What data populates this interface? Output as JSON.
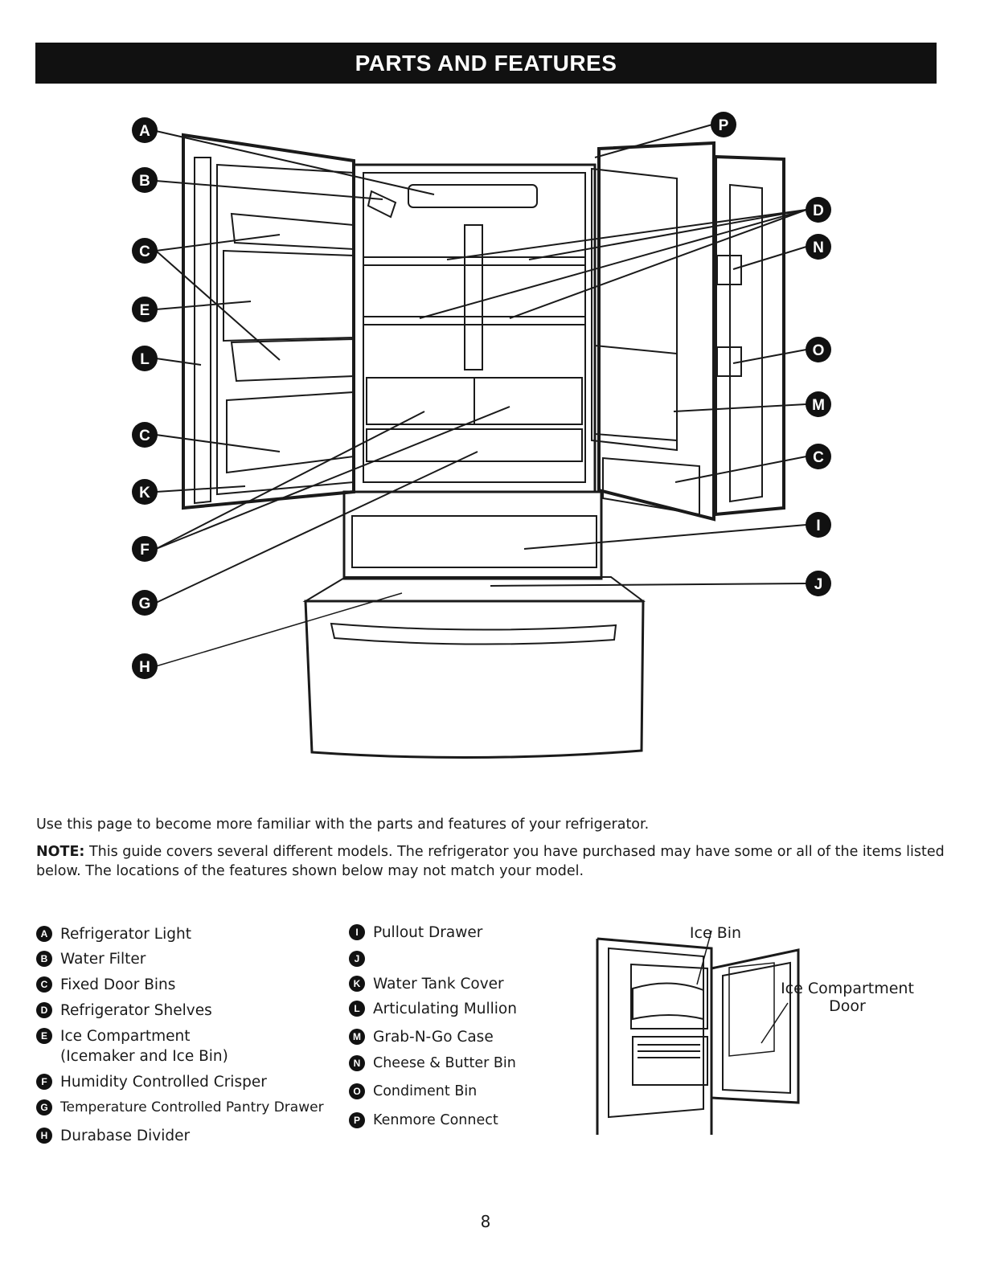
{
  "header": {
    "title": "PARTS AND FEATURES"
  },
  "diagram": {
    "callouts": [
      "A",
      "B",
      "C",
      "E",
      "L",
      "C",
      "K",
      "F",
      "G",
      "H",
      "P",
      "D",
      "N",
      "O",
      "M",
      "C",
      "I",
      "J"
    ]
  },
  "intro_text": "Use this page to become more familiar with the parts and features of your refrigerator.",
  "note": {
    "label": "NOTE:",
    "text": " This guide covers several different models. The refrigerator you have purchased may have some or all of the items listed below. The locations of the features shown below may not match your model."
  },
  "legend_left": [
    {
      "letter": "A",
      "text": "Refrigerator Light"
    },
    {
      "letter": "B",
      "text": "Water Filter"
    },
    {
      "letter": "C",
      "text": "Fixed Door Bins"
    },
    {
      "letter": "D",
      "text": "Refrigerator Shelves"
    },
    {
      "letter": "E",
      "text": "Ice Compartment",
      "text2": "(Icemaker and Ice Bin)"
    },
    {
      "letter": "F",
      "text": "Humidity Controlled Crisper"
    },
    {
      "letter": "G",
      "text": "Temperature Controlled Pantry Drawer"
    },
    {
      "letter": "H",
      "text": "Durabase Divider"
    }
  ],
  "legend_right": [
    {
      "letter": "I",
      "text": "Pullout Drawer"
    },
    {
      "letter": "J",
      "text": ""
    },
    {
      "letter": "K",
      "text": "Water Tank Cover"
    },
    {
      "letter": "L",
      "text": "Articulating Mullion"
    },
    {
      "letter": "M",
      "text": "Grab-N-Go Case"
    },
    {
      "letter": "N",
      "text": "Cheese & Butter Bin"
    },
    {
      "letter": "O",
      "text": "Condiment Bin"
    },
    {
      "letter": "P",
      "text": "Kenmore Connect"
    }
  ],
  "inset": {
    "label_ice_bin": "Ice Bin",
    "label_door_line1": "Ice Compartment",
    "label_door_line2": "Door"
  },
  "page_number": "8"
}
